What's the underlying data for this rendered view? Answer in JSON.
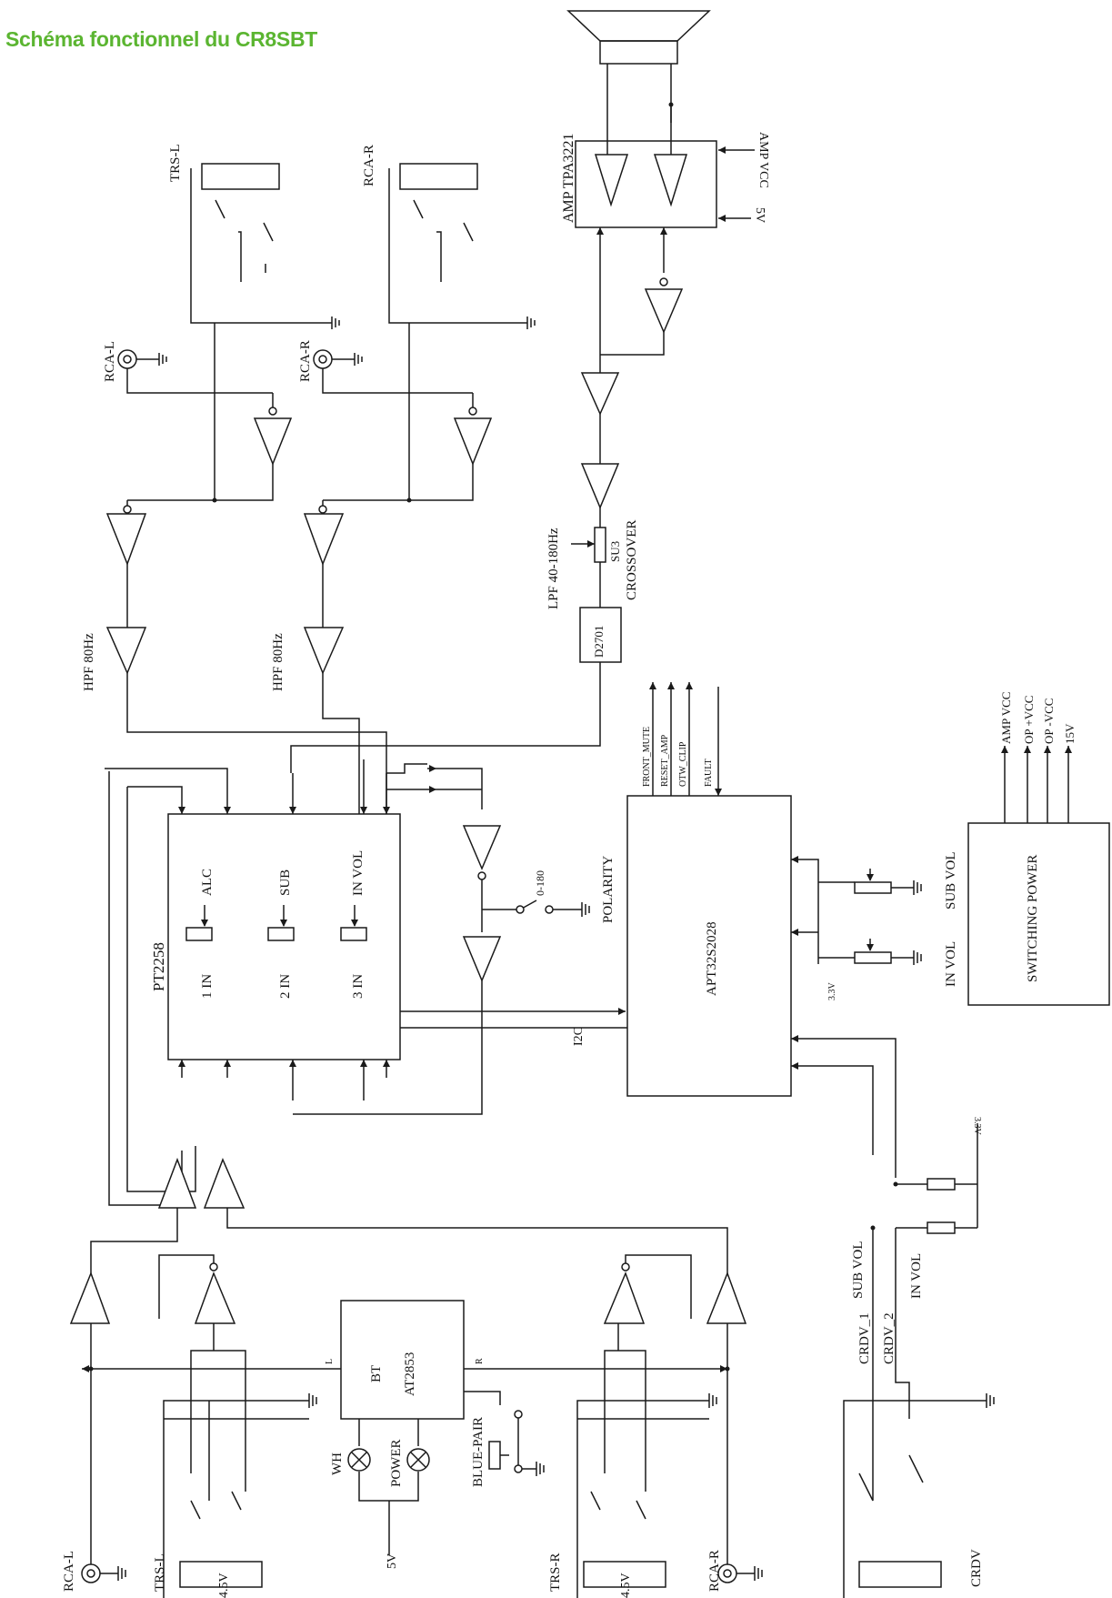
{
  "title": "Schéma fonctionnel du CR8SBT",
  "colors": {
    "title": "#5bb531",
    "line": "#1a1a1a"
  },
  "labels": {
    "trs_l_top": "TRS-L",
    "rca_r_top": "RCA-R",
    "rca_l_top": "RCA-L",
    "rca_r_mid": "RCA-R",
    "amp": "AMP TPA3221",
    "amp_vcc": "AMP VCC",
    "v5": "5V",
    "hpf_l": "HPF 80Hz",
    "hpf_r": "HPF 80Hz",
    "lpf": "LPF 40-180Hz",
    "d2701": "D2701",
    "su3": "SU3",
    "crossover": "CROSSOVER",
    "front_mute": "FRONT_MUTE",
    "reset_amp": "RESET_AMP",
    "otw_clip": "OTW_CLIP",
    "fault": "FAULT",
    "pt2258": "PT2258",
    "alc": "ALC",
    "sub": "SUB",
    "in_vol_block": "IN VOL",
    "in1": "1 IN",
    "in2": "2 IN",
    "in3": "3 IN",
    "polarity": "POLARITY",
    "phase": "0-180",
    "apt": "APT32S2028",
    "i2c": "I2C",
    "sub_vol_pot": "SUB VOL",
    "in_vol_pot": "IN VOL",
    "v33_pot": "3.3V",
    "switching": "SWITCHING POWER",
    "out_amp_vcc": "AMP VCC",
    "out_op_pvcc": "OP +VCC",
    "out_op_nvcc": "OP -VCC",
    "out_15v": "15V",
    "v33_right": "3.3V",
    "sub_vol_line": "SUB VOL",
    "in_vol_line": "IN VOL",
    "crdv_1": "CRDV_1",
    "crdv_2": "CRDV_2",
    "bt": "BT",
    "at2853": "AT2853",
    "bt_l": "L",
    "bt_r": "R",
    "wh": "WH",
    "power": "POWER",
    "blue_pair": "BLUE-PAIR",
    "v5_bottom": "5V",
    "rca_l_bot": "RCA-L",
    "trs_l_bot": "TRS-L",
    "v45_l": "4.5V",
    "trs_r_bot": "TRS-R",
    "v45_r": "4.5V",
    "rca_r_bot": "RCA-R",
    "crdv": "CRDV"
  }
}
